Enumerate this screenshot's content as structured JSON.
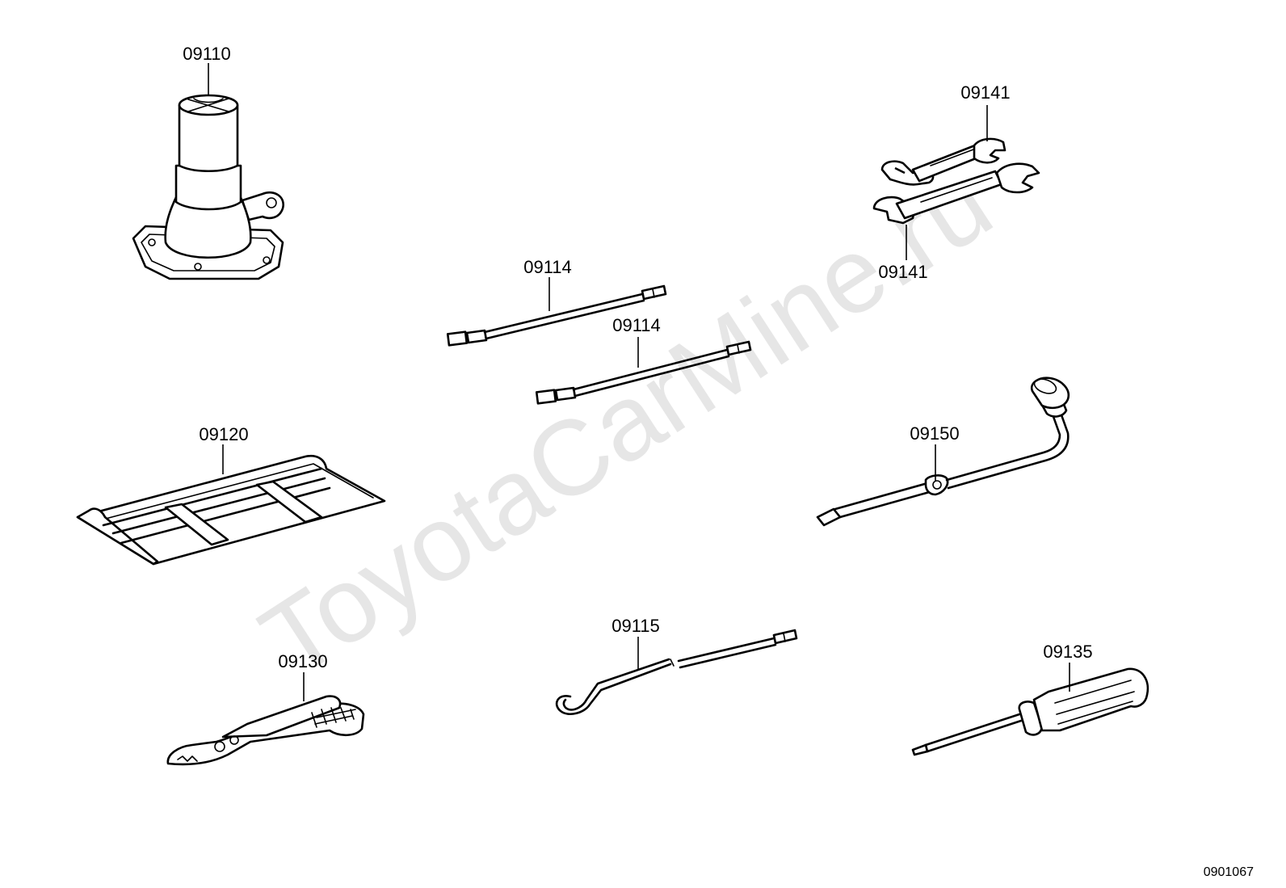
{
  "watermark": "ToyotaCarMine.ru",
  "document_number": "0901067",
  "parts": [
    {
      "id": "jack",
      "label": "09110"
    },
    {
      "id": "jack-handle-upper",
      "label": "09114"
    },
    {
      "id": "jack-handle-lower",
      "label": "09114"
    },
    {
      "id": "wrench-upper",
      "label": "09141"
    },
    {
      "id": "wrench-lower",
      "label": "09141"
    },
    {
      "id": "tool-bag",
      "label": "09120"
    },
    {
      "id": "wheel-nut-wrench",
      "label": "09150"
    },
    {
      "id": "pliers",
      "label": "09130"
    },
    {
      "id": "hook-handle",
      "label": "09115"
    },
    {
      "id": "screwdriver",
      "label": "09135"
    }
  ]
}
